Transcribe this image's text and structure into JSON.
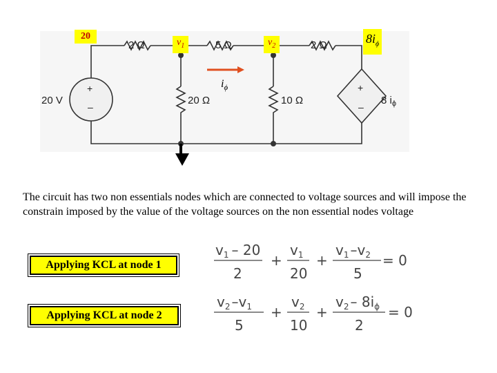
{
  "circuit": {
    "node_labels": {
      "ref": "20",
      "v1": "v1",
      "v2": "v2",
      "dep": "8i"
    },
    "node_label_subs": {
      "v1": "1",
      "v2": "2",
      "dep": "ϕ"
    },
    "components": {
      "r1": "2 Ω",
      "r2": "5 Ω",
      "r3": "2 Ω",
      "r4": "20 Ω",
      "r5": "10 Ω",
      "vsrc": "20 V",
      "dep_src": "8 i",
      "dep_src_sub": "ϕ",
      "current": "i",
      "current_sub": "ϕ"
    }
  },
  "description": "The circuit has two non essentials nodes which are connected to voltage sources and will impose the constrain imposed by the value of the voltage sources on the non essential nodes voltage",
  "kcl": {
    "node1_label": "Applying KCL at node 1",
    "node2_label": "Applying KCL at node 2"
  },
  "equations": {
    "eq1": {
      "t1_num": "v",
      "t1_num_sub": "1",
      "t1_num_rest": "– 20",
      "t1_den": "2",
      "t2_num": "v",
      "t2_num_sub": "1",
      "t2_den": "20",
      "t3_num": "v",
      "t3_num_sub": "1",
      "t3_num_mid": "–v",
      "t3_num_sub2": "2",
      "t3_den": "5",
      "plus": "+",
      "rhs": "= 0"
    },
    "eq2": {
      "t1_num": "v",
      "t1_num_sub": "2",
      "t1_num_mid": "–v",
      "t1_num_sub2": "1",
      "t1_den": "5",
      "t2_num": "v",
      "t2_num_sub": "2",
      "t2_den": "10",
      "t3_num": "v",
      "t3_num_sub": "2",
      "t3_num_mid": "– 8i",
      "t3_num_sub2": "ϕ",
      "t3_den": "2",
      "plus": "+",
      "rhs": "= 0"
    }
  },
  "colors": {
    "label_bg": "#ffff00",
    "label_text": "#c00000",
    "arrow": "#e05020",
    "wire": "#333333"
  }
}
